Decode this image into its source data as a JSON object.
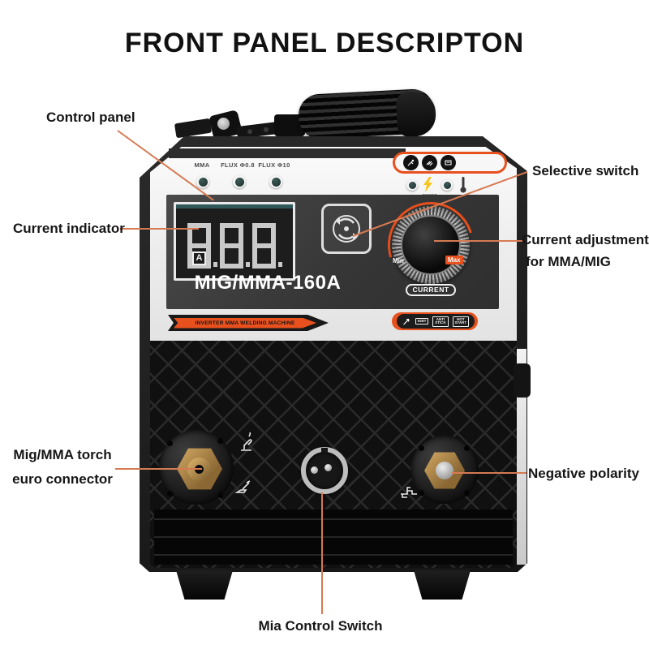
{
  "title": "FRONT PANEL DESCRIPTON",
  "annotations": {
    "control_panel": "Control panel",
    "current_indicator": "Current indicator",
    "selective_switch": "Selective switch",
    "current_adjustment": [
      "Current adjustment",
      "for MMA/MIG"
    ],
    "torch_connector": [
      "Mig/MMA torch",
      "euro connector"
    ],
    "negative_polarity": "Negative polarity",
    "mia_control_switch": "Mia Control Switch"
  },
  "machine": {
    "model": "MIG/MMA-160A",
    "display": {
      "value": "888",
      "unit": "A"
    },
    "modes": [
      {
        "label": "MMA"
      },
      {
        "label": "FLUX Φ0.8"
      },
      {
        "label": "FLUX Φ10"
      }
    ],
    "power_label": "POWER",
    "knob": {
      "min": "Min",
      "max": "Max",
      "label": "CURRENT"
    },
    "banner": "INVERTER MMA WELDING MACHINE",
    "badges": [
      {
        "line1": "IGBT",
        "line2": ""
      },
      {
        "line1": "ANTI",
        "line2": "STICK"
      },
      {
        "line1": "HOT",
        "line2": "START"
      }
    ]
  },
  "colors": {
    "accent_orange": "#e8501d",
    "leader_line": "#d67a52",
    "brass": "#b08a4e",
    "panel_dark": "#3c3c3c",
    "power_bolt": "#f6c51c",
    "display_digit": "#c9c9c9"
  }
}
